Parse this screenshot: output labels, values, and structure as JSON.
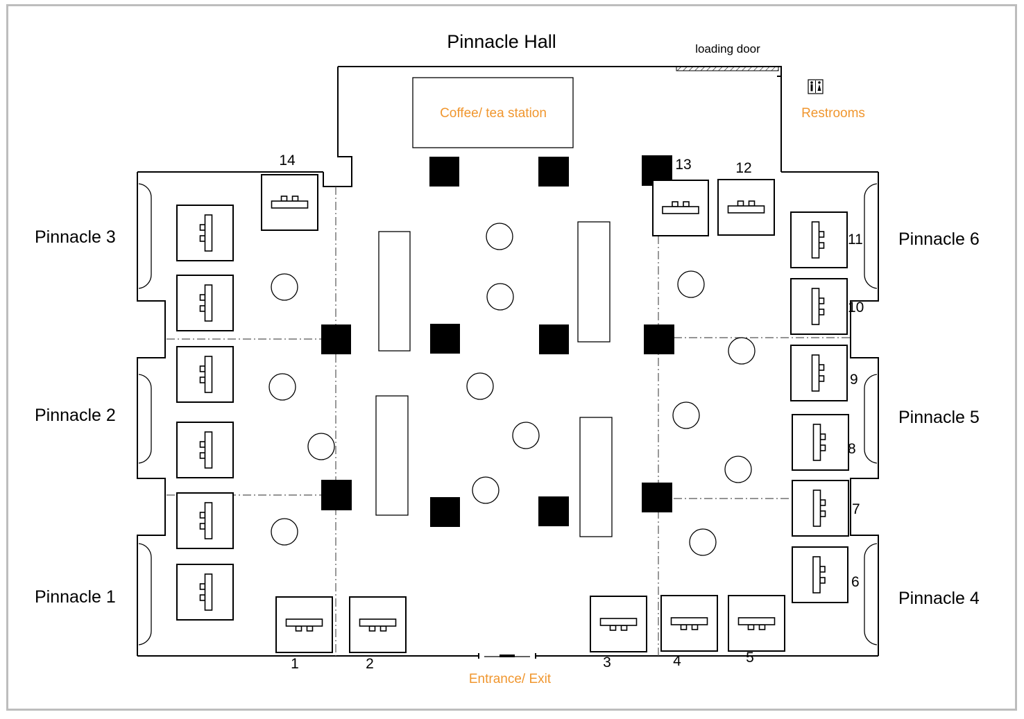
{
  "title": "Pinnacle Hall",
  "labels": {
    "loading_door": "loading door",
    "coffee": "Coffee/ tea station",
    "restrooms": "Restrooms",
    "entrance": "Entrance/ Exit"
  },
  "rooms": {
    "p1": "Pinnacle 1",
    "p2": "Pinnacle 2",
    "p3": "Pinnacle 3",
    "p4": "Pinnacle 4",
    "p5": "Pinnacle 5",
    "p6": "Pinnacle 6"
  },
  "booths": [
    "1",
    "2",
    "3",
    "4",
    "5",
    "6",
    "7",
    "8",
    "9",
    "10",
    "11",
    "12",
    "13",
    "14"
  ],
  "colors": {
    "accent": "#f0962e",
    "walls": "#000000",
    "frame": "#bdbdbd"
  },
  "icons": {
    "restroom": "restroom-icon"
  }
}
